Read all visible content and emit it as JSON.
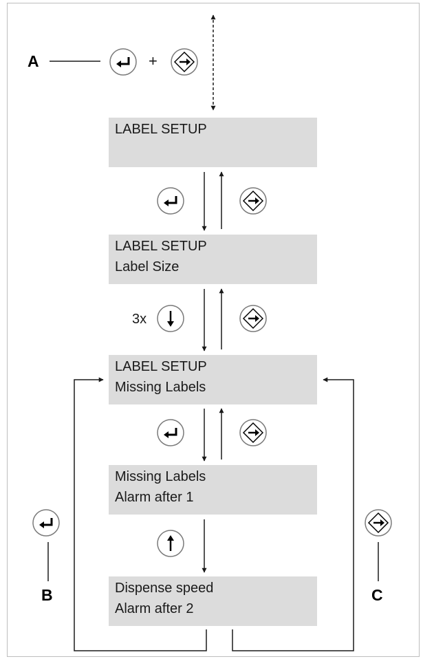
{
  "labels": {
    "a": "A",
    "b": "B",
    "c": "C"
  },
  "combo": {
    "plus": "+"
  },
  "repeat": {
    "count": "3x"
  },
  "screens": [
    {
      "line1": "LABEL SETUP",
      "line2": ""
    },
    {
      "line1": "LABEL SETUP",
      "line2": "Label Size"
    },
    {
      "line1": "LABEL SETUP",
      "line2": "Missing Labels"
    },
    {
      "line1": "Missing Labels",
      "line2": "Alarm after 1"
    },
    {
      "line1": "Dispense speed",
      "line2": "Alarm after 2"
    }
  ],
  "icons": {
    "enter": "enter-key-icon",
    "menu": "menu-key-icon",
    "down": "down-arrow-key-icon",
    "up": "up-arrow-key-icon"
  },
  "colors": {
    "screen_bg": "#dcdcdc",
    "line": "#1a1a1a",
    "key_border": "#7a7a7a",
    "frame": "#bdbdbd"
  }
}
